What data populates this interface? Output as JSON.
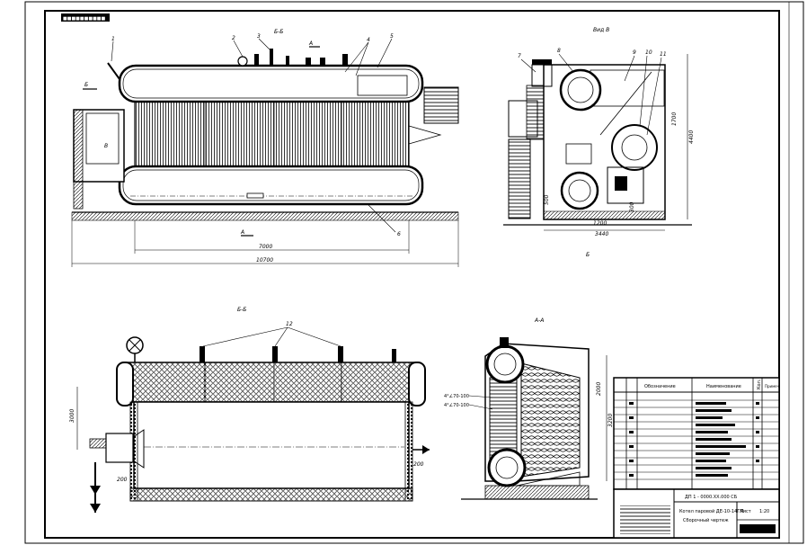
{
  "drawing": {
    "stamp": "■■■■■■■■■■",
    "views": {
      "side_section": "Б-Б",
      "front_view": "Вид В",
      "plan_section": "Б-Б",
      "cross_section": "А-А"
    },
    "cut_markers": {
      "a_top": "А",
      "a_bottom": "А",
      "b_top": "Б",
      "v_left": "В",
      "b_small": "Б"
    },
    "callouts": {
      "c1": "1",
      "c2": "2",
      "c3": "3",
      "c4": "4",
      "c5": "5",
      "c6": "6",
      "c7": "7",
      "c8": "8",
      "c9": "9",
      "c10": "10",
      "c11": "11",
      "c12": "12",
      "c_side": "3"
    },
    "dimensions": {
      "side_inner": "7000",
      "side_overall": "10700",
      "front_height": "4400",
      "front_mid": "1700",
      "front_bottom1": "1200",
      "front_bottom2": "3440",
      "front_base": "500",
      "front_right": "300",
      "plan_height": "3000",
      "plan_left": "200",
      "plan_right": "200",
      "cross_height": "3200",
      "cross_right": "2000",
      "cross_note1": "4°∠70-100",
      "cross_note2": "4°∠70-100"
    },
    "title_block": {
      "col_designation": "Обозначение",
      "col_name": "Наименование",
      "col_qty": "Кол.",
      "col_note": "Примеч.",
      "doc_code": "ДП 1 - 0000.ХХ.000 СБ",
      "title": "Котел паровой ДЕ-10-14ГМ",
      "subtitle": "Сборочный чертеж",
      "sheet": "Лист",
      "scale": "1:20"
    }
  }
}
